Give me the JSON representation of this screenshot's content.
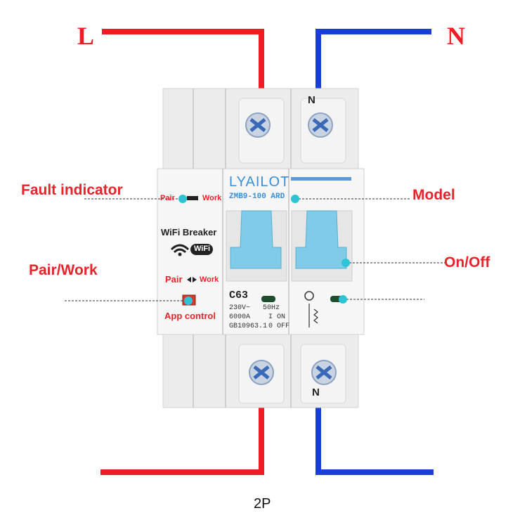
{
  "wires": {
    "left_letter": "L",
    "right_letter": "N"
  },
  "callouts": {
    "fault_indicator": "Fault indicator",
    "pair_work": "Pair/Work",
    "model": "Model",
    "on_off": "On/Off"
  },
  "device": {
    "brand": "LYAILOT",
    "model_code": "ZMB9-100 ARD",
    "neutral_mark_top": "N",
    "neutral_mark_bottom": "N",
    "indicator_pair": "Pair",
    "indicator_work": "Work",
    "wifi_breaker": "WiFi Breaker",
    "wifi_badge": "WiFi",
    "pair_switch_left": "Pair",
    "pair_switch_right": "Work",
    "app_control": "App control",
    "rating": "C63",
    "voltage": "230V~",
    "frequency": "50Hz",
    "breaking": "6000A",
    "on_label": "I ON",
    "standard": "GB10963.1",
    "off_label": "0 OFF"
  },
  "caption": "2P",
  "colors": {
    "live_wire": "#ee1c25",
    "neutral_wire": "#1a3fd6",
    "toggle": "#7fcbe8",
    "accent_dot": "#2ec4d6"
  }
}
